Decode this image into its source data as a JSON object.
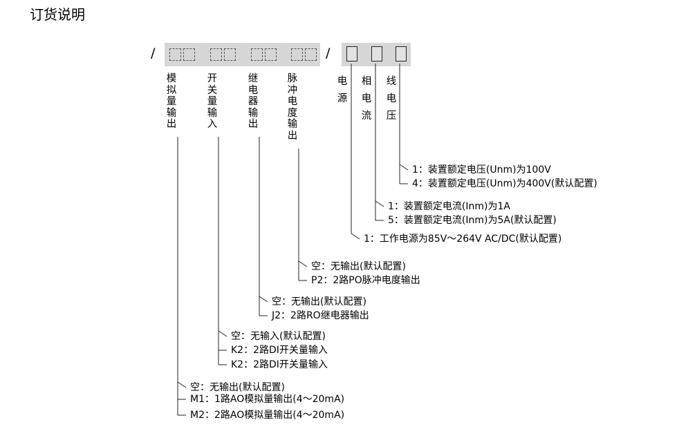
{
  "title": "订货说明",
  "code_slash": "/",
  "separator_slash": "/",
  "groups": [
    {
      "id": "ao",
      "label": "模拟量输出",
      "options": [
        "空：无输出(默认配置)",
        "M1：1路AO模拟量输出(4～20mA)",
        "M2：2路AO模拟量输出(4～20mA)"
      ]
    },
    {
      "id": "di",
      "label": "开关量输入",
      "options": [
        "空：无输入(默认配置)",
        "K2：2路DI开关量输入",
        "K2：2路DI开关量输入"
      ]
    },
    {
      "id": "ro",
      "label": "继电器输出",
      "options": [
        "空：无输出(默认配置)",
        "J2：2路RO继电器输出"
      ]
    },
    {
      "id": "pulse",
      "label": "脉冲电度输出",
      "options": [
        "空：无输出(默认配置)",
        "P2：2路PO脉冲电度输出"
      ]
    },
    {
      "id": "power",
      "label": "电源",
      "options": [
        "1：工作电源为85V～264V AC/DC(默认配置)"
      ]
    },
    {
      "id": "current",
      "label": "相电流",
      "options": [
        "1：装置额定电流(Inm)为1A",
        "5：装置额定电流(Inm)为5A(默认配置)"
      ]
    },
    {
      "id": "voltage",
      "label": "线电压",
      "options": [
        "1：装置额定电压(Unm)为100V",
        "4：装置额定电压(Unm)为400V(默认配置)"
      ]
    }
  ]
}
